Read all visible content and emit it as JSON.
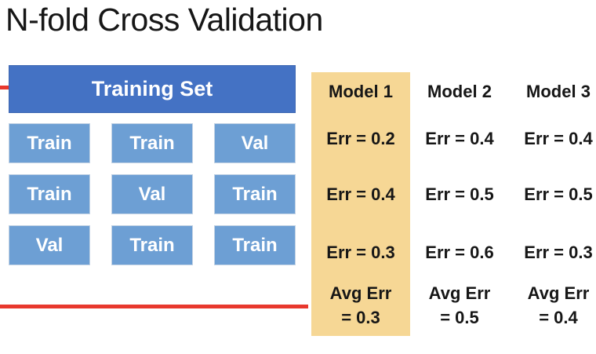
{
  "title": "N-fold Cross Validation",
  "colors": {
    "training_bar_blue": "#4472c4",
    "fold_box_blue": "#6d9fd4",
    "highlight_orange": "#f6d795",
    "marker_red": "#e8382d",
    "text_black": "#161616",
    "box_text_white": "#ffffff"
  },
  "training_set": {
    "label": "Training Set"
  },
  "folds": {
    "rows": [
      [
        "Train",
        "Train",
        "Val"
      ],
      [
        "Train",
        "Val",
        "Train"
      ],
      [
        "Val",
        "Train",
        "Train"
      ]
    ]
  },
  "models": [
    {
      "name": "Model 1",
      "highlighted": true,
      "errors": [
        "Err = 0.2",
        "Err = 0.4",
        "Err = 0.3"
      ],
      "avg_err_line1": "Avg Err",
      "avg_err_line2": "= 0.3"
    },
    {
      "name": "Model 2",
      "highlighted": false,
      "errors": [
        "Err = 0.4",
        "Err = 0.5",
        "Err = 0.6"
      ],
      "avg_err_line1": "Avg Err",
      "avg_err_line2": "= 0.5"
    },
    {
      "name": "Model 3",
      "highlighted": false,
      "errors": [
        "Err = 0.4",
        "Err = 0.5",
        "Err = 0.3"
      ],
      "avg_err_line1": "Avg Err",
      "avg_err_line2": "= 0.4"
    }
  ]
}
